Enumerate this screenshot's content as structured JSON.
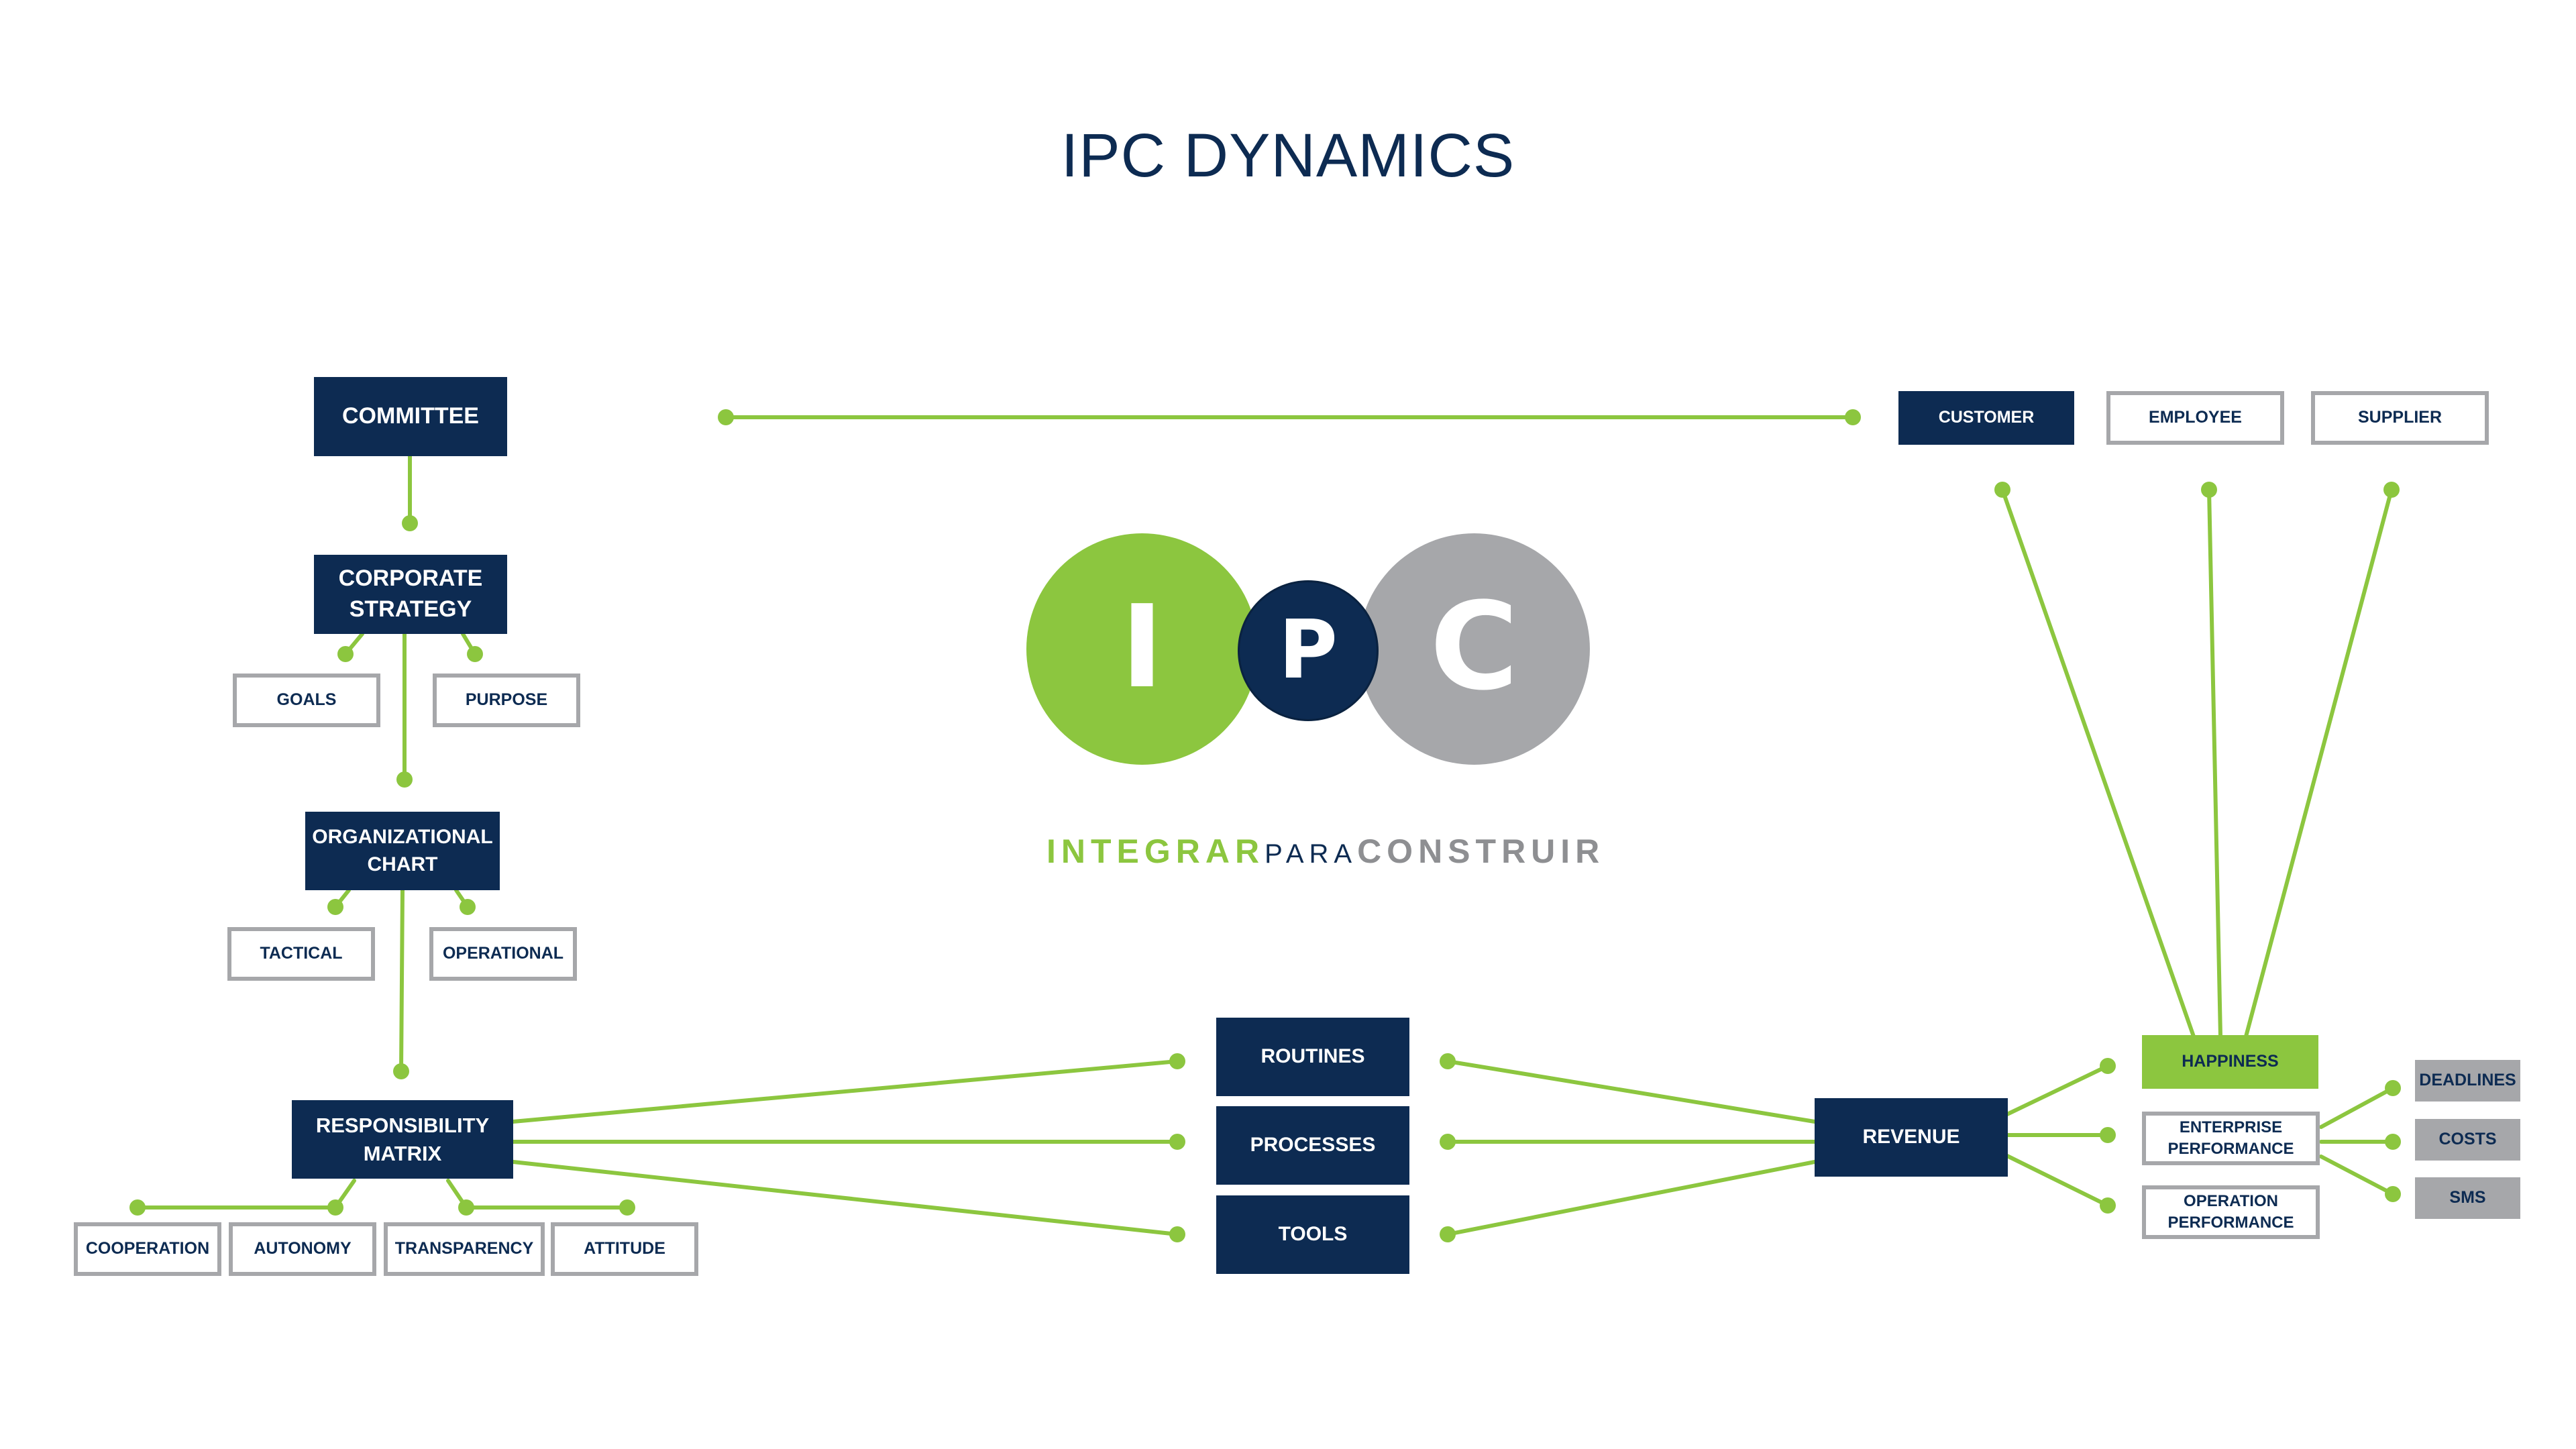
{
  "title": "IPC DYNAMICS",
  "colors": {
    "navy": "#0d2b52",
    "green": "#8cc63f",
    "grey": "#a6a7aa",
    "white": "#ffffff"
  },
  "logo": {
    "letters": [
      "I",
      "P",
      "C"
    ],
    "tagline": {
      "part1": "INTEGRAR",
      "part2": "PARA",
      "part3": "CONSTRUIR"
    }
  },
  "left": {
    "committee": "COMMITTEE",
    "corporate_strategy": "CORPORATE STRATEGY",
    "goals": "GOALS",
    "purpose": "PURPOSE",
    "organizational_chart": "ORGANIZATIONAL CHART",
    "tactical": "TACTICAL",
    "operational": "OPERATIONAL",
    "responsibility_matrix": "RESPONSIBILITY MATRIX",
    "values": [
      "COOPERATION",
      "AUTONOMY",
      "TRANSPARENCY",
      "ATTITUDE"
    ]
  },
  "center": {
    "routines": "ROUTINES",
    "processes": "PROCESSES",
    "tools": "TOOLS"
  },
  "right": {
    "revenue": "REVENUE",
    "stakeholders": {
      "customer": "CUSTOMER",
      "employee": "EMPLOYEE",
      "supplier": "SUPPLIER"
    },
    "happiness": "HAPPINESS",
    "enterprise_performance": "ENTERPRISE PERFORMANCE",
    "operation_performance": "OPERATION PERFORMANCE",
    "deadlines": "DEADLINES",
    "costs": "COSTS",
    "sms": "SMS"
  }
}
